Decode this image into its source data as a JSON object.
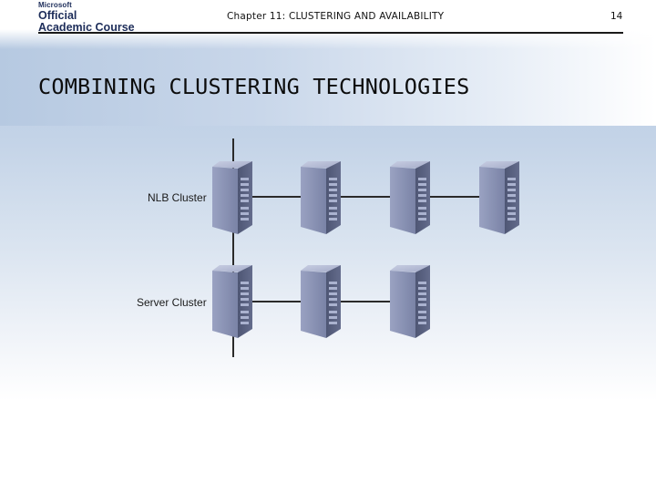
{
  "header": {
    "logo": {
      "brand": "Microsoft",
      "line1": "Official",
      "line2": "Academic Course"
    },
    "chapter": "Chapter 11: CLUSTERING AND AVAILABILITY",
    "page_number": "14"
  },
  "slide": {
    "title": "COMBINING CLUSTERING TECHNOLOGIES"
  },
  "diagram": {
    "clusters": [
      {
        "label": "NLB Cluster",
        "server_count": 4
      },
      {
        "label": "Server Cluster",
        "server_count": 3
      }
    ],
    "icon": "server-tower-icon",
    "colors": {
      "server_front": "#5a6280",
      "server_side": "#8c94b6",
      "line": "#2a2a2a"
    }
  }
}
